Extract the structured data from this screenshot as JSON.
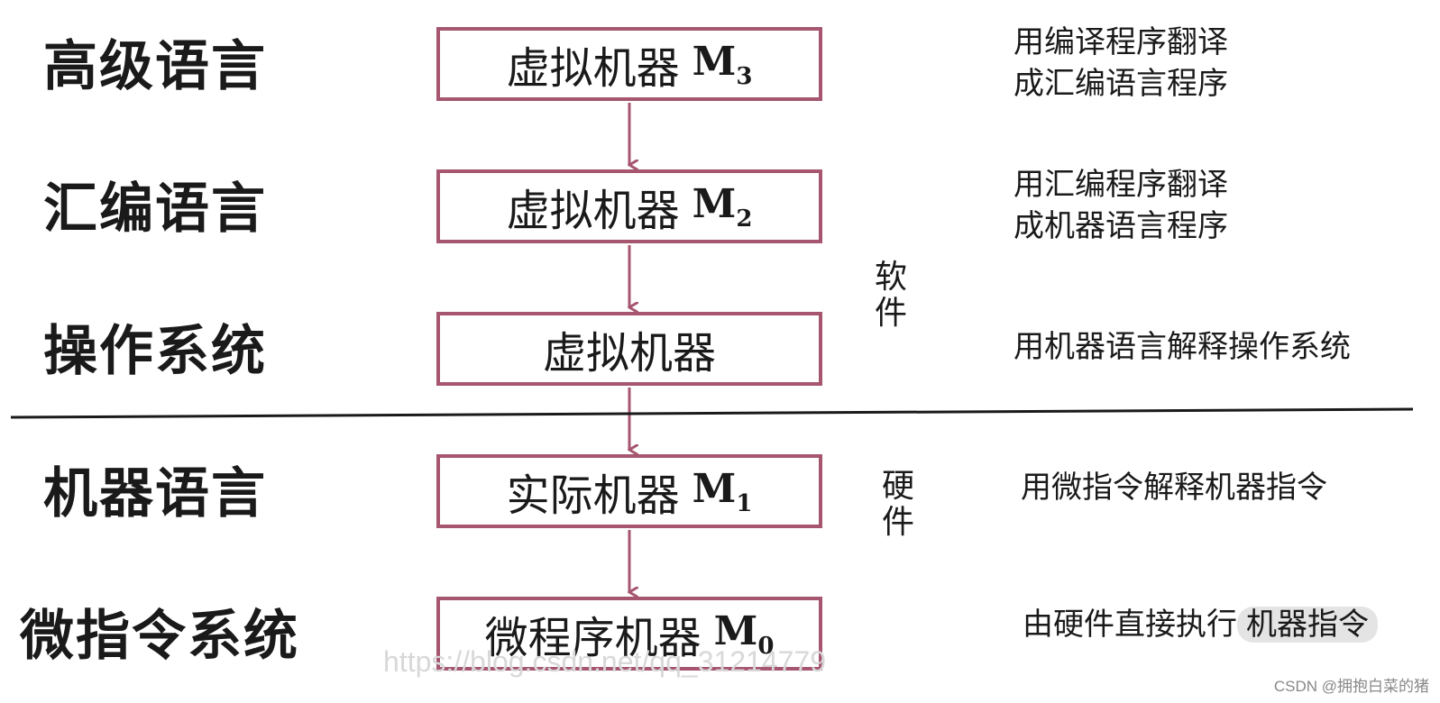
{
  "levels": [
    {
      "label": "高级语言",
      "box_text": "虚拟机器",
      "m_main": "M",
      "m_sub": "3",
      "desc_lines": [
        "用编译程序翻译",
        "成汇编语言程序"
      ]
    },
    {
      "label": "汇编语言",
      "box_text": "虚拟机器",
      "m_main": "M",
      "m_sub": "2",
      "desc_lines": [
        "用汇编程序翻译",
        "成机器语言程序"
      ]
    },
    {
      "label": "操作系统",
      "box_text": "虚拟机器",
      "m_main": "",
      "m_sub": "",
      "desc_lines": [
        "用机器语言解释操作系统"
      ]
    },
    {
      "label": "机器语言",
      "box_text": "实际机器",
      "m_main": "M",
      "m_sub": "1",
      "desc_lines": [
        "用微指令解释机器指令"
      ]
    },
    {
      "label": "微指令系统",
      "box_text": "微程序机器",
      "m_main": "M",
      "m_sub": "0",
      "desc_lines": [
        "由硬件直接执行",
        "机器指令"
      ]
    }
  ],
  "software_label": [
    "软",
    "件"
  ],
  "hardware_label": [
    "硬",
    "件"
  ],
  "watermark": "https://blog.csdn.net/qq_31214779",
  "credit": "CSDN @拥抱白菜的猪",
  "colors": {
    "box_border": "#a6566f",
    "arrow": "#a6566f",
    "divider": "#1a1a1a"
  }
}
